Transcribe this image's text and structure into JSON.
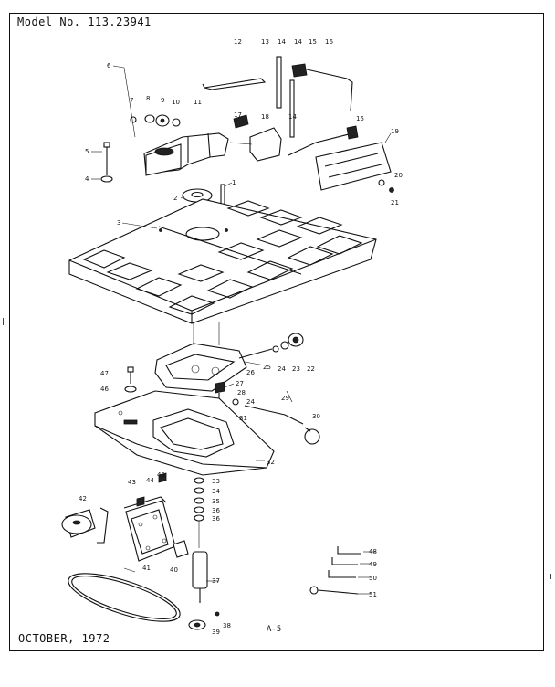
{
  "header": {
    "model_number": "Model No. 113.23941"
  },
  "footer": {
    "date": "OCTOBER, 1972",
    "page": "A-5"
  },
  "diagram": {
    "part_labels": [
      "1",
      "2",
      "3",
      "4",
      "5",
      "6",
      "7",
      "8",
      "9",
      "10",
      "11",
      "12",
      "13",
      "14",
      "14",
      "14",
      "15",
      "15",
      "16",
      "17",
      "18",
      "19",
      "20",
      "21",
      "22",
      "23",
      "24",
      "24",
      "25",
      "26",
      "27",
      "28",
      "29",
      "30",
      "31",
      "32",
      "33",
      "34",
      "35",
      "36",
      "36",
      "37",
      "38",
      "39",
      "40",
      "41",
      "42",
      "43",
      "44",
      "45",
      "46",
      "47",
      "48",
      "49",
      "50",
      "51"
    ]
  }
}
